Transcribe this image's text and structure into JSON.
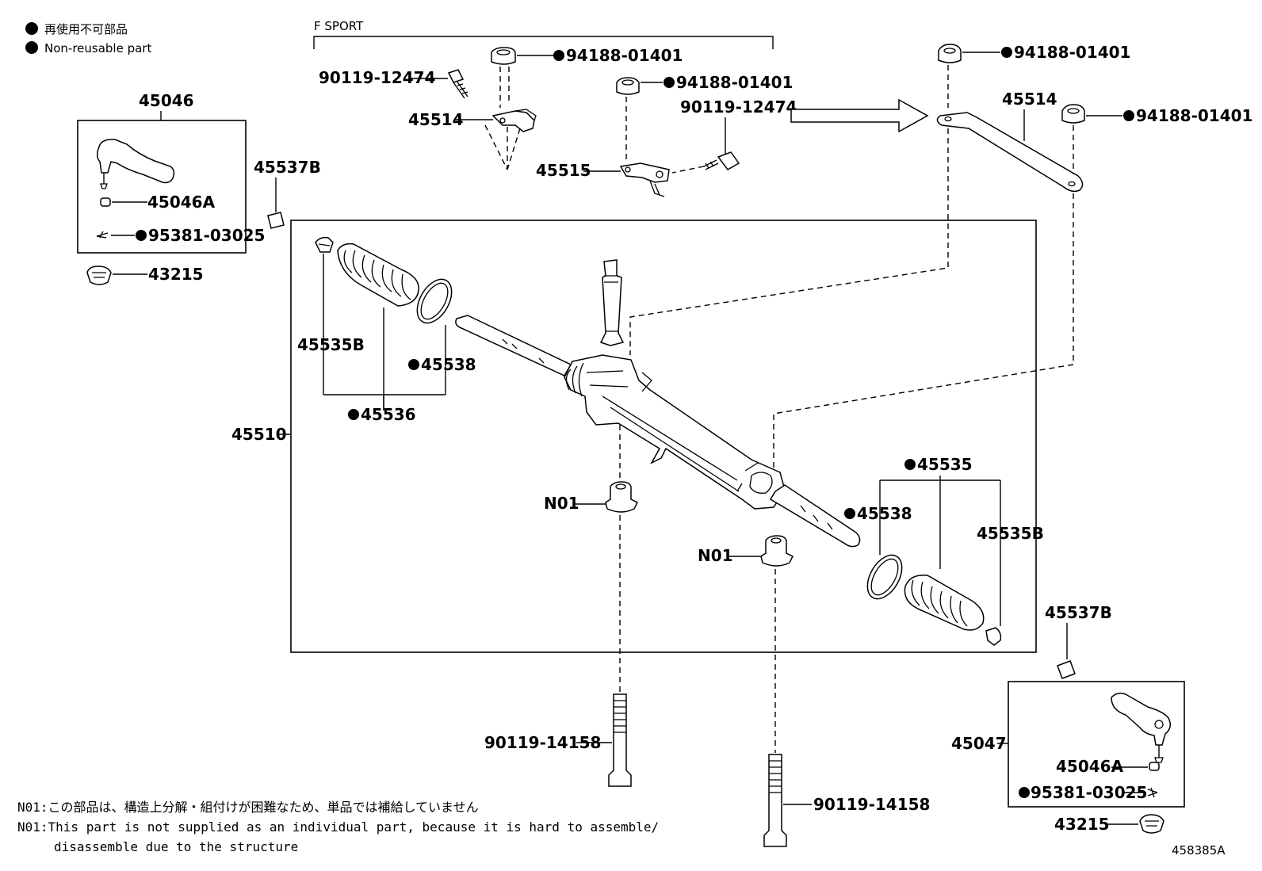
{
  "legend": {
    "line1": "再使用不可部品",
    "line2": "Non-reusable part"
  },
  "group": {
    "f_sport": "F SPORT"
  },
  "parts": {
    "p45046": "45046",
    "p45046A_left": "45046A",
    "p95381_left": "95381-03025",
    "p43215_left": "43215",
    "p45537B_left": "45537B",
    "p90119_12474_a": "90119-12474",
    "p94188_a": "94188-01401",
    "p45514_a": "45514",
    "p94188_b": "94188-01401",
    "p90119_12474_b": "90119-12474",
    "p45515": "45515",
    "p94188_c": "94188-01401",
    "p45514_b": "45514",
    "p94188_d": "94188-01401",
    "p45535B_left": "45535B",
    "p45538_left": "45538",
    "p45536": "45536",
    "p45510": "45510",
    "pN01_a": "N01",
    "pN01_b": "N01",
    "p45535": "45535",
    "p45538_right": "45538",
    "p45535B_right": "45535B",
    "p45537B_right": "45537B",
    "p45047": "45047",
    "p45046A_right": "45046A",
    "p95381_right": "95381-03025",
    "p43215_right": "43215",
    "p90119_14158_a": "90119-14158",
    "p90119_14158_b": "90119-14158"
  },
  "notes": {
    "line1": "N01:この部品は、構造上分解・組付けが困難なため、単品では補給していません",
    "line2": "N01:This part is not supplied as an individual part, because it is hard to assemble/",
    "line3": "disassemble due to the structure"
  },
  "figure_id": "458385A"
}
